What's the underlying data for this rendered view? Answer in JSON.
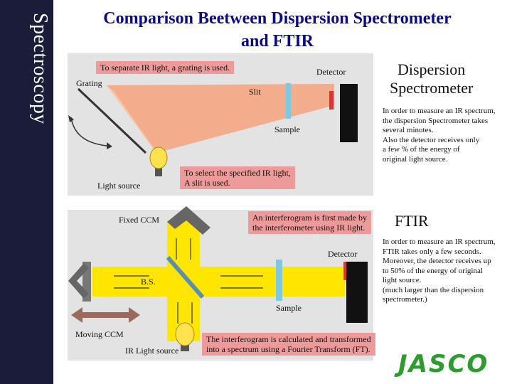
{
  "sidebar": {
    "label": "Spectroscopy"
  },
  "title": {
    "line1": "Comparison Beetween Dispersion Spectrometer",
    "line2": "and FTIR"
  },
  "dispersion": {
    "heading_line1": "Dispersion",
    "heading_line2": "Spectrometer",
    "note_grating": "To separate IR light, a grating is used.",
    "label_grating": "Grating",
    "label_slit": "Slit",
    "label_detector": "Detector",
    "label_sample": "Sample",
    "label_light_source": "Light source",
    "note_slit_line1": "To select the specified IR light,",
    "note_slit_line2": "A slit is used.",
    "desc_lines": [
      "In order to measure an IR spectrum,",
      "the dispersion Spectrometer takes",
      "several minutes.",
      "Also the detector receives only",
      "a few % of the energy of",
      "original light source."
    ]
  },
  "ftir": {
    "heading": "FTIR",
    "label_fixed_ccm": "Fixed CCM",
    "note_interferogram_line1": "An interferogram is first made by",
    "note_interferogram_line2": "the interferometer using IR light.",
    "label_detector": "Detector",
    "label_bs": "B.S.",
    "label_sample": "Sample",
    "label_moving_ccm": "Moving CCM",
    "label_ir_light_source": "IR Light source",
    "note_transform_line1": "The interferogram is calculated and transformed",
    "note_transform_line2": "into a spectrum using a Fourier Transform (FT).",
    "desc_lines": [
      "In order to measure an IR spectrum,",
      "FTIR takes only a few seconds.",
      "Moreover, the detector receives up",
      "to 50% of the energy of original",
      "light source.",
      "(much larger than the dispersion",
      "spectrometer.)"
    ]
  },
  "logo": {
    "text": "JASCO"
  }
}
